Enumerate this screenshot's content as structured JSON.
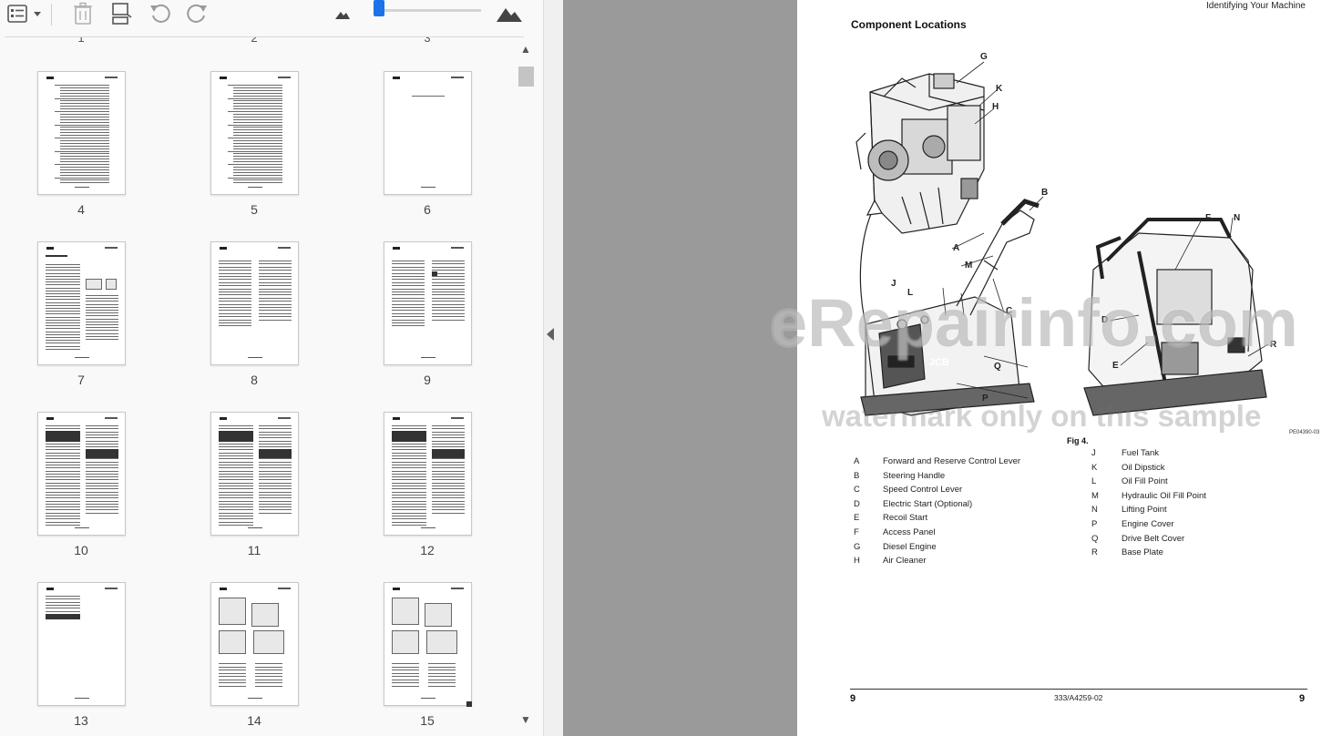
{
  "toolbar": {
    "icons": [
      "thumbnail-view-icon",
      "dropdown-chevron-icon",
      "delete-icon",
      "page-insert-icon",
      "undo-icon",
      "redo-icon",
      "zoom-out-icon",
      "zoom-in-icon"
    ],
    "zoom_level": 0.05
  },
  "partial_labels": [
    "1",
    "2",
    "3"
  ],
  "thumbnails": [
    {
      "label": "4",
      "kind": "toc"
    },
    {
      "label": "5",
      "kind": "toc"
    },
    {
      "label": "6",
      "kind": "blank-title"
    },
    {
      "label": "7",
      "kind": "text-pic"
    },
    {
      "label": "8",
      "kind": "two-col"
    },
    {
      "label": "9",
      "kind": "two-col-warn"
    },
    {
      "label": "10",
      "kind": "text-blocks"
    },
    {
      "label": "11",
      "kind": "text-blocks"
    },
    {
      "label": "12",
      "kind": "text-blocks"
    },
    {
      "label": "13",
      "kind": "short-text"
    },
    {
      "label": "14",
      "kind": "figure"
    },
    {
      "label": "15",
      "kind": "figure"
    }
  ],
  "document": {
    "running_header": "Identifying Your Machine",
    "title": "Component Locations",
    "figure_code": "PE04390-03",
    "figure_label": "Fig 4.",
    "callouts": [
      "G",
      "K",
      "H",
      "B",
      "A",
      "M",
      "J",
      "L",
      "C",
      "Q",
      "P",
      "F",
      "N",
      "D",
      "E",
      "R"
    ],
    "legend_left": [
      {
        "key": "A",
        "text": "Forward and Reserve Control Lever"
      },
      {
        "key": "B",
        "text": "Steering Handle"
      },
      {
        "key": "C",
        "text": "Speed Control Lever"
      },
      {
        "key": "D",
        "text": "Electric Start (Optional)"
      },
      {
        "key": "E",
        "text": "Recoil Start"
      },
      {
        "key": "F",
        "text": "Access Panel"
      },
      {
        "key": "G",
        "text": "Diesel Engine"
      },
      {
        "key": "H",
        "text": "Air Cleaner"
      }
    ],
    "legend_right": [
      {
        "key": "J",
        "text": "Fuel Tank"
      },
      {
        "key": "K",
        "text": "Oil Dipstick"
      },
      {
        "key": "L",
        "text": "Oil Fill Point"
      },
      {
        "key": "M",
        "text": "Hydraulic Oil Fill Point"
      },
      {
        "key": "N",
        "text": "Lifting Point"
      },
      {
        "key": "P",
        "text": "Engine Cover"
      },
      {
        "key": "Q",
        "text": "Drive Belt Cover"
      },
      {
        "key": "R",
        "text": "Base Plate"
      }
    ],
    "footer_left": "9",
    "footer_center": "333/A4259-02",
    "footer_right": "9",
    "machine_badge": "JCB"
  },
  "watermark": {
    "main": "eRepairinfo.com",
    "sub": "watermark only on this sample"
  }
}
